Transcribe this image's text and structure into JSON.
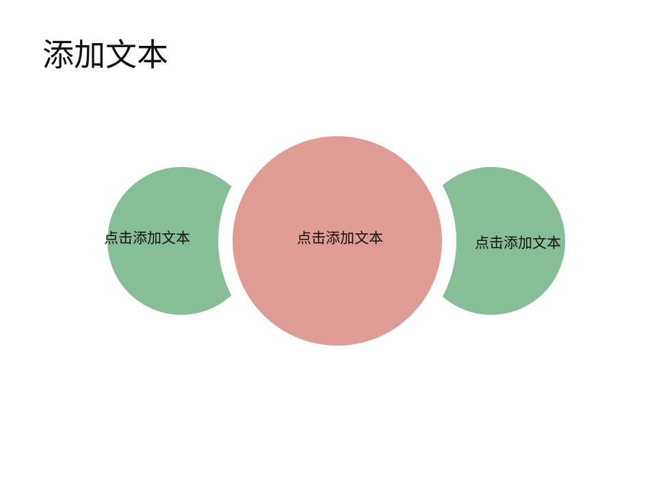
{
  "slide": {
    "title": "添加文本"
  },
  "diagram": {
    "colors": {
      "side": "#86bf97",
      "center": "#de9c94",
      "background": "#ffffff"
    },
    "nodes": [
      {
        "id": "left",
        "label": "点击添加文本"
      },
      {
        "id": "center",
        "label": "点击添加文本"
      },
      {
        "id": "right",
        "label": "点击添加文本"
      }
    ]
  }
}
